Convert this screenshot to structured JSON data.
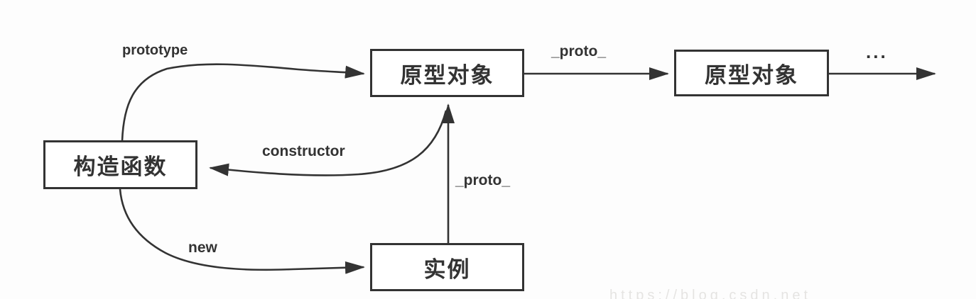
{
  "canvas": {
    "background": "#fdfdfd",
    "stroke_color": "#333333",
    "text_color": "#333333",
    "box_fill": "#ffffff"
  },
  "nodes": {
    "constructor_fn": {
      "label": "构造函数"
    },
    "prototype_obj_1": {
      "label": "原型对象"
    },
    "prototype_obj_2": {
      "label": "原型对象"
    },
    "instance": {
      "label": "实例"
    }
  },
  "edges": {
    "prototype": {
      "label": "prototype",
      "from": "constructor_fn",
      "to": "prototype_obj_1"
    },
    "constructor": {
      "label": "constructor",
      "from": "prototype_obj_1",
      "to": "constructor_fn"
    },
    "new": {
      "label": "new",
      "from": "constructor_fn",
      "to": "instance"
    },
    "proto_instance": {
      "label": "_proto_",
      "from": "instance",
      "to": "prototype_obj_1"
    },
    "proto_chain": {
      "label": "_proto_",
      "from": "prototype_obj_1",
      "to": "prototype_obj_2"
    },
    "proto_tail": {
      "label": "...",
      "from": "prototype_obj_2",
      "to": ""
    }
  },
  "watermark": {
    "text": "https://blog.csdn.net"
  }
}
